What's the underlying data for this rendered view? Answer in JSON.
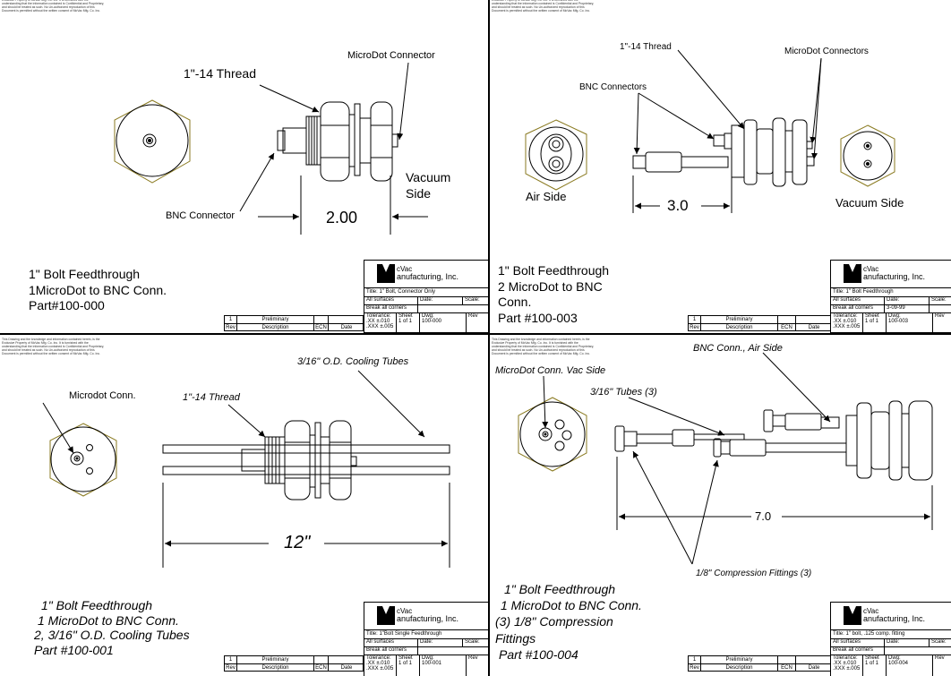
{
  "company": {
    "line1": "cVac",
    "line2": "anufacturing, Inc."
  },
  "disclaimer": "This Drawing and the knowledge and information contained herein, is the Exclusive Property of McVac Mfg. Co. Inc. It is furnished with the understanding that the information contained is Confidential and Proprietary, and should be treated as such. No Un-authorized reproduction of this Document is permitted without the written consent of McVac Mfg. Co. Inc.",
  "common": {
    "tolerance_label": "Tolerance:",
    "tol_xx": ".XX  ±.010",
    "tol_xxx": ".XXX  ±.005",
    "sheet_label": "Sheet",
    "sheet_value": "1  of  1",
    "dwg_label": "Dwg:",
    "title_label": "Title:",
    "date_label": "Date:",
    "scale_label": "Scale:",
    "rev_label": "Rev",
    "all_surfaces": "All surfaces",
    "break_corners": "Break all corners",
    "rev_num": "1",
    "preliminary": "Preliminary",
    "rev_col": "Rev",
    "description_col": "Description",
    "ecn_col": "ECN",
    "date_col": "Date"
  },
  "sheets": [
    {
      "desc": [
        "1\" Bolt Feedthrough",
        "1MicroDot to BNC Conn.",
        "Part#100-000"
      ],
      "title": "1\" Bolt, Connector Only",
      "date": "",
      "dwg": "100-000",
      "labels": {
        "thread": "1\"-14 Thread",
        "microdot": "MicroDot Connector",
        "bnc": "BNC Connector",
        "vacuum": "Vacuum",
        "side": "Side",
        "dim": "2.00"
      }
    },
    {
      "desc": [
        "1\" Bolt Feedthrough",
        "2 MicroDot to BNC",
        "Conn.",
        "Part #100-003"
      ],
      "title": "1\" Bolt Feedthrough",
      "date": "3-09-99",
      "dwg": "100-003",
      "labels": {
        "thread": "1\"-14 Thread",
        "microdot": "MicroDot Connectors",
        "bnc": "BNC Connectors",
        "air": "Air Side",
        "vacuum": "Vacuum Side",
        "dim": "3.0"
      }
    },
    {
      "desc": [
        "1\" Bolt Feedthrough",
        "1 MicroDot to BNC Conn.",
        "2, 3/16\" O.D. Cooling Tubes",
        "Part #100-001"
      ],
      "title": "1\"Bolt Single Feedthrough",
      "date": "",
      "dwg": "100-001",
      "labels": {
        "microdot": "Microdot Conn.",
        "thread": "1\"-14 Thread",
        "tubes": "3/16\" O.D. Cooling Tubes",
        "dim": "12\""
      }
    },
    {
      "desc": [
        "1\" Bolt Feedthrough",
        "1 MicroDot to BNC Conn.",
        "(3) 1/8\" Compression",
        "Fittings",
        "Part #100-004"
      ],
      "title": "1\" bolt, .125 comp. fitting",
      "date": "",
      "dwg": "100-004",
      "labels": {
        "microdot": "MicroDot Conn. Vac Side",
        "bnc": "BNC Conn., Air Side",
        "tubes": "3/16\" Tubes (3)",
        "fittings": "1/8\" Compression Fittings (3)",
        "dim": "7.0"
      }
    }
  ]
}
